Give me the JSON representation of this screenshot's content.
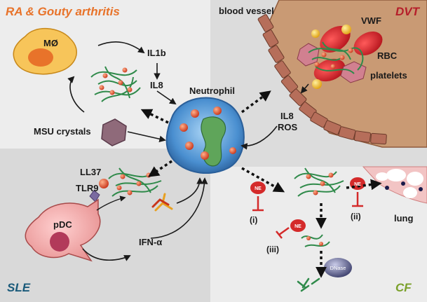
{
  "panels": {
    "ra": {
      "title": "RA & Gouty arthritis",
      "title_color": "#e8732a"
    },
    "dvt": {
      "title": "DVT",
      "title_color": "#b51e2a"
    },
    "sle": {
      "title": "SLE",
      "title_color": "#1a5a7a"
    },
    "cf": {
      "title": "CF",
      "title_color": "#7aa02a"
    }
  },
  "labels": {
    "macrophage": "MØ",
    "il1b": "IL1b",
    "il8_top": "IL8",
    "neutrophil": "Neutrophil",
    "msu": "MSU crystals",
    "blood_vessel": "blood vessel",
    "vwf": "VWF",
    "rbc": "RBC",
    "platelets": "platelets",
    "il8_ros": "IL8",
    "ros": "ROS",
    "ll37": "LL37",
    "tlr9": "TLR9",
    "pdc": "pDC",
    "ifn": "IFN-α",
    "ne": "NE",
    "inhib_i": "(i)",
    "inhib_ii": "(ii)",
    "inhib_iii": "(iii)",
    "lung": "lung",
    "dnase": "DNase"
  },
  "colors": {
    "neutrophil": "#4a8fd0",
    "net_strand": "#2f8a4a",
    "net_bead": "#e0472a",
    "rbc": "#c8202a",
    "vessel_wall": "#b66e5a",
    "tissue": "#c99a74",
    "inhibitor": "#d42a2a"
  }
}
